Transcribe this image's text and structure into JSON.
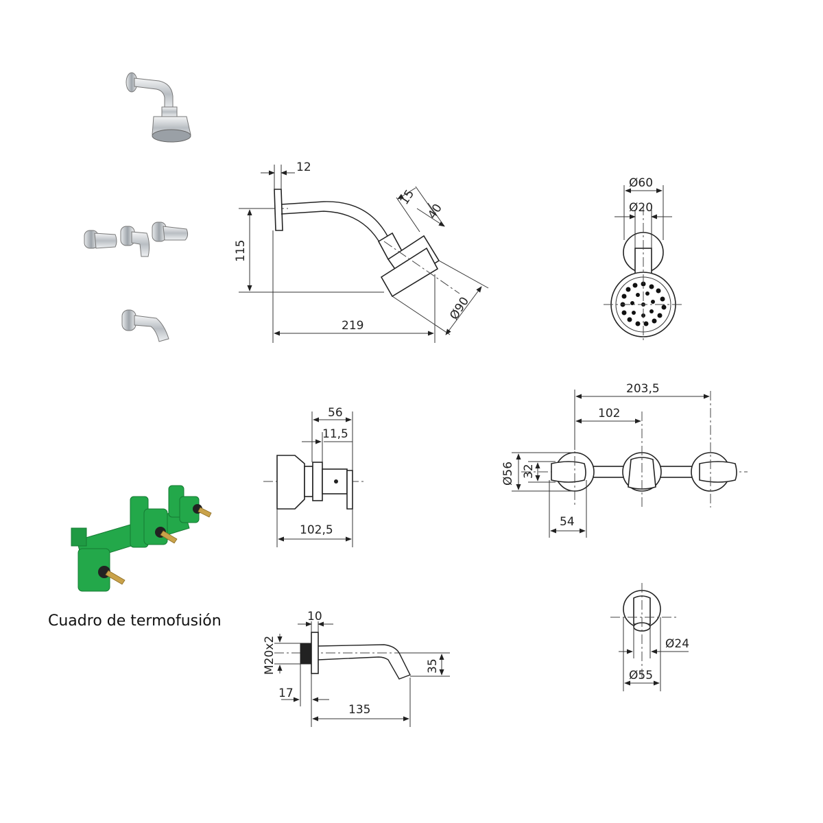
{
  "caption": "Cuadro de termofusión",
  "shower_side": {
    "d12": "12",
    "d15": "15",
    "d40": "40",
    "d115": "115",
    "d219": "219",
    "d90": "Ø90"
  },
  "shower_front": {
    "d60": "Ø60",
    "d20": "Ø20"
  },
  "valve_side": {
    "d56": "56",
    "d11_5": "11,5",
    "d102_5": "102,5"
  },
  "valves_front": {
    "d203_5": "203,5",
    "d102": "102",
    "d56": "Ø56",
    "d32": "32",
    "d54": "54"
  },
  "spout_side": {
    "d10": "10",
    "thread": "M20x2",
    "d17": "17",
    "d135": "135",
    "d35": "35"
  },
  "spout_front": {
    "d24": "Ø24",
    "d55": "Ø55"
  },
  "colors": {
    "line": "#222222",
    "green": "#23a84a",
    "brass": "#c9a24a",
    "chrome": "#c8ccd0"
  }
}
